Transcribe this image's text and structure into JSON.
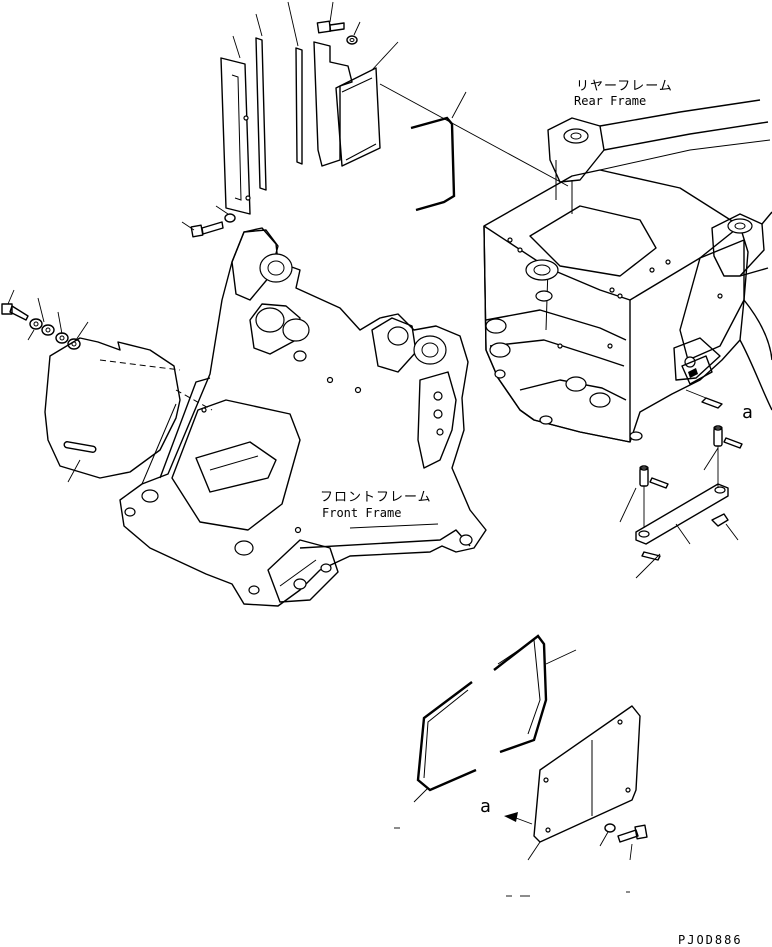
{
  "labels": {
    "rear_frame_jp": "リヤーフレーム",
    "rear_frame_en": "Rear Frame",
    "front_frame_jp": "フロントフレーム",
    "front_frame_en": "Front Frame",
    "callout_a_upper": "a",
    "callout_a_lower": "a",
    "drawing_code": "PJOD886"
  },
  "icons": {
    "bolt": "bolt-icon",
    "washer": "washer-icon",
    "pin": "pin-icon"
  }
}
